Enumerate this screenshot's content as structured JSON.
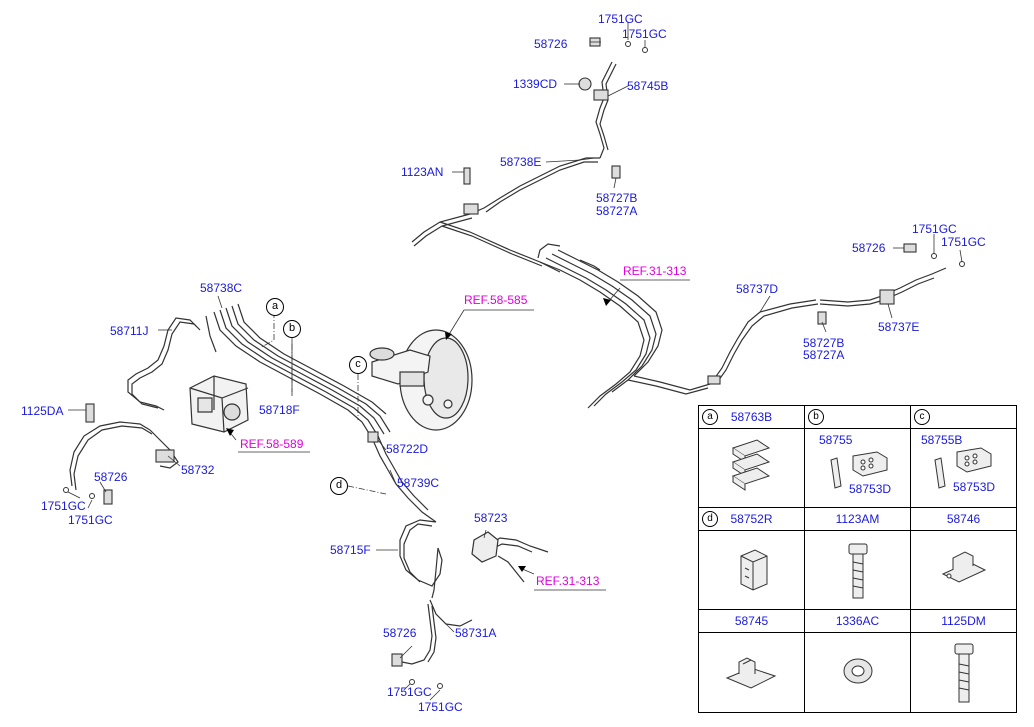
{
  "labels": {
    "l1751gc_top1": "1751GC",
    "l1751gc_top2": "1751GC",
    "l58726_top": "58726",
    "l1339cd": "1339CD",
    "l58745b": "58745B",
    "l1123an": "1123AN",
    "l58738e": "58738E",
    "l58727b_top": "58727B",
    "l58727a_top": "58727A",
    "l1751gc_r1": "1751GC",
    "l1751gc_r2": "1751GC",
    "l58726_r": "58726",
    "l58737d": "58737D",
    "l58727b_r": "58727B",
    "l58727a_r": "58727A",
    "l58737e": "58737E",
    "l58738c": "58738C",
    "l58711j": "58711J",
    "l58718f": "58718F",
    "l1125da": "1125DA",
    "l58732": "58732",
    "l58726_l": "58726",
    "l1751gc_l1": "1751GC",
    "l1751gc_l2": "1751GC",
    "l58722d": "58722D",
    "l58739c": "58739C",
    "l58723": "58723",
    "l58715f": "58715F",
    "l58726_b": "58726",
    "l58731a": "58731A",
    "l1751gc_b1": "1751GC",
    "l1751gc_b2": "1751GC"
  },
  "refs": {
    "ref_31_313_top": "REF.31-313",
    "ref_58_585": "REF.58-585",
    "ref_58_589": "REF.58-589",
    "ref_31_313_bottom": "REF.31-313"
  },
  "callouts": {
    "a": "a",
    "b": "b",
    "c": "c",
    "d": "d"
  },
  "legend": {
    "cells": [
      {
        "letter": "a",
        "title": "58763B"
      },
      {
        "letter": "b",
        "title": "",
        "parts": [
          "58755",
          "58753D"
        ]
      },
      {
        "letter": "c",
        "title": "",
        "parts": [
          "58755B",
          "58753D"
        ]
      },
      {
        "letter": "d",
        "title": "58752R"
      },
      {
        "letter": "",
        "title": "1123AM"
      },
      {
        "letter": "",
        "title": "58746"
      },
      {
        "letter": "",
        "title": "58745"
      },
      {
        "letter": "",
        "title": "1336AC"
      },
      {
        "letter": "",
        "title": "1125DM"
      }
    ]
  }
}
